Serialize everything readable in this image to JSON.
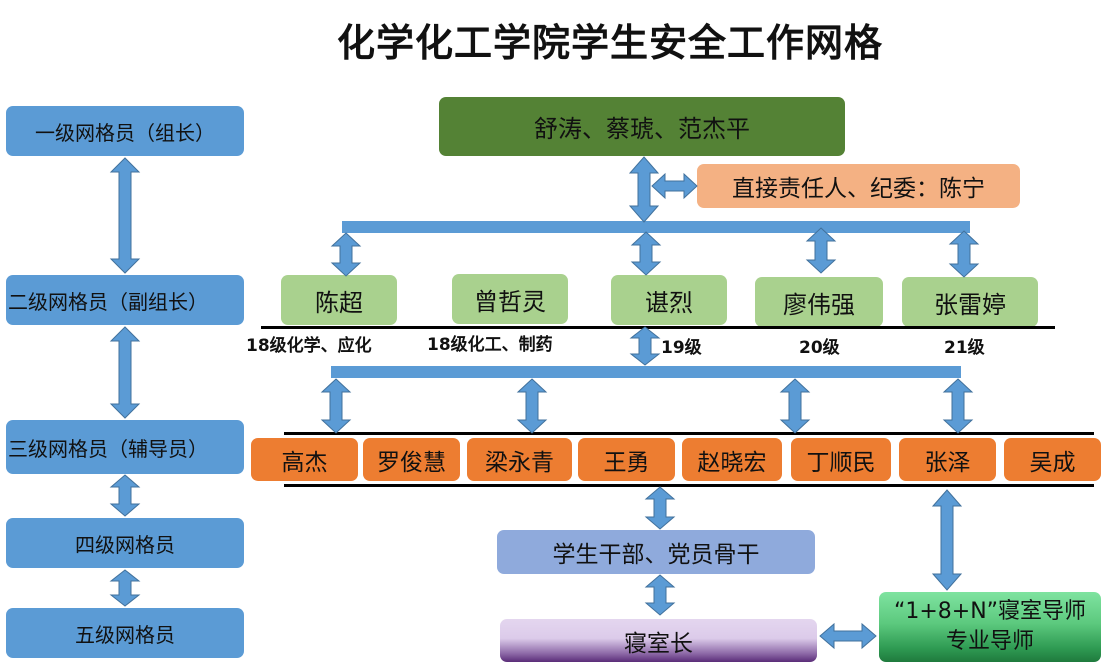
{
  "title": "化学化工学院学生安全工作网格",
  "levels": [
    {
      "label": "一级网格员（组长）"
    },
    {
      "label": "二级网格员（副组长）"
    },
    {
      "label": "三级网格员（辅导员）"
    },
    {
      "label": "四级网格员"
    },
    {
      "label": "五级网格员"
    }
  ],
  "leaders": {
    "label": "舒涛、蔡琥、范杰平"
  },
  "responsible": {
    "label": "直接责任人、纪委：陈宁"
  },
  "vice_leaders": [
    {
      "name": "陈超",
      "grade": "18级化学、应化"
    },
    {
      "name": "曾哲灵",
      "grade": "18级化工、制药"
    },
    {
      "name": "谌烈",
      "grade": "19级"
    },
    {
      "name": "廖伟强",
      "grade": "20级"
    },
    {
      "name": "张雷婷",
      "grade": "21级"
    }
  ],
  "counselors": [
    "高杰",
    "罗俊慧",
    "梁永青",
    "王勇",
    "赵晓宏",
    "丁顺民",
    "张泽",
    "吴成"
  ],
  "student_cadres": {
    "label": "学生干部、党员骨干"
  },
  "dorm_leader": {
    "label": "寝室长"
  },
  "mentors": {
    "line1": "“1+8+N”寝室导师",
    "line2": "专业导师"
  },
  "colors": {
    "level_box": "#5b9bd5",
    "leaders_box": "#548235",
    "responsible_box": "#f4b183",
    "vice_leader_box": "#a9d18e",
    "counselor_box": "#ed7d31",
    "cadre_box": "#8faadc",
    "arrow": "#5b9bd5"
  }
}
